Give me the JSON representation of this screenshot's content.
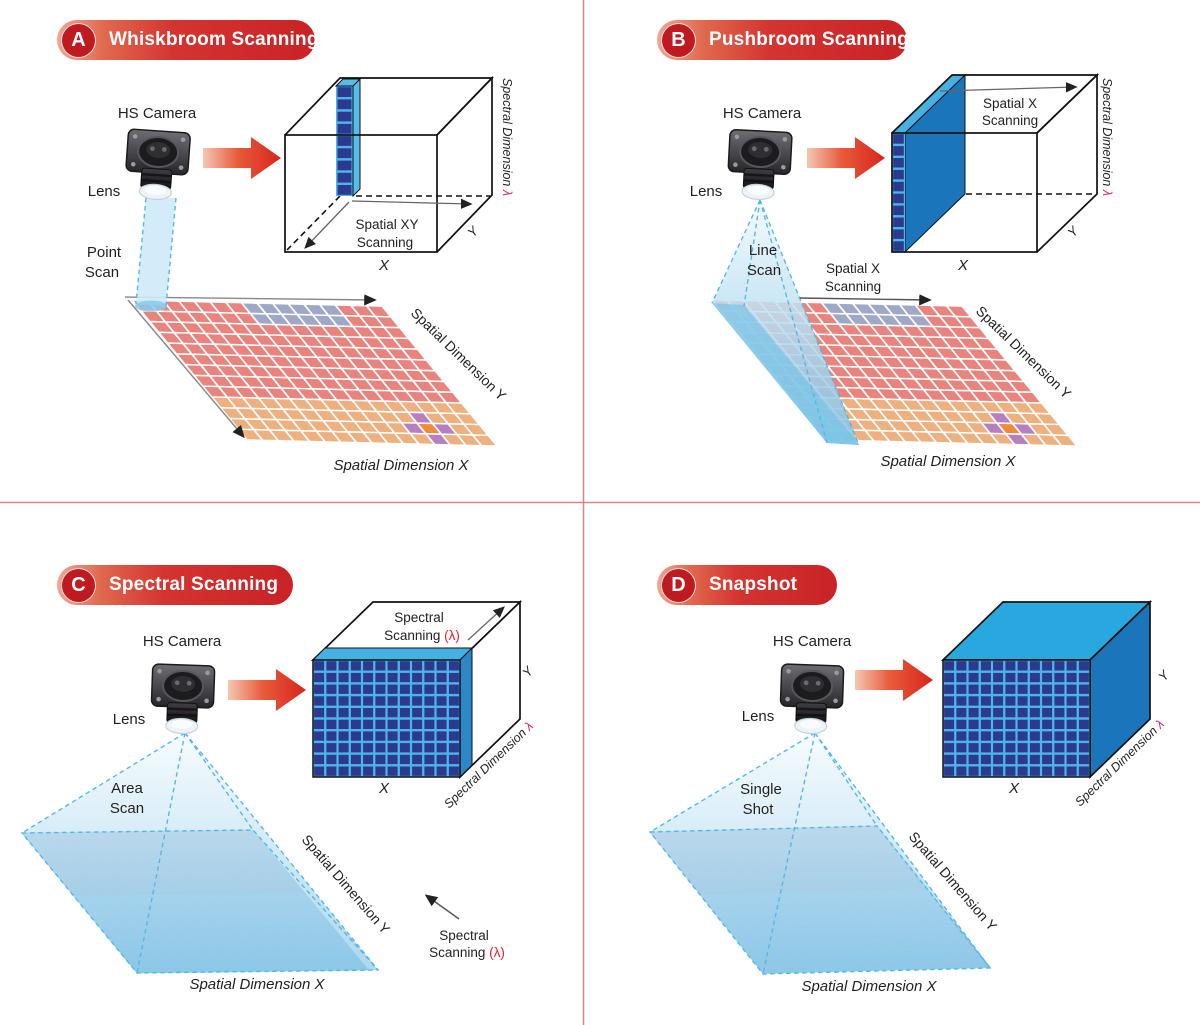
{
  "colors": {
    "accent_red": "#d7251d",
    "divider": "#d4868b",
    "cube_cell": "#2b3a8f",
    "cube_line": "#4db4e7",
    "slab_blue": "#1b75bb",
    "top_blue": "#29a8e0",
    "band_blue": "#45b1e2",
    "sample_salmon": "#e8837d",
    "sample_gray": "#9fa8c7",
    "sample_tan": "#edb07e",
    "flower_purple": "#b87fc0",
    "flower_orange": "#f08b3c",
    "plane_blue": "#a9cfe9",
    "plane_blue_line": "#8ed2ef",
    "beam_edge": "#54b8e6",
    "lambda_pink": "#d6246e",
    "symbol_red": "#ed1c24"
  },
  "panels": {
    "a": {
      "letter": "A",
      "title": "Whiskbroom Scanning",
      "camera_label": "HS Camera",
      "lens_label": "Lens",
      "beam_line1": "Point",
      "beam_line2": "Scan",
      "cube": {
        "scan_line1": "Spatial XY",
        "scan_line2": "Scanning",
        "x_axis": "X",
        "y_axis": "Y",
        "spectral_axis": "Spectral Dimension ",
        "lambda": "λ"
      },
      "ground": {
        "y_axis": "Spatial Dimension Y",
        "x_axis": "Spatial Dimension X"
      }
    },
    "b": {
      "letter": "B",
      "title": "Pushbroom Scanning",
      "camera_label": "HS Camera",
      "lens_label": "Lens",
      "beam_line1": "Line",
      "beam_line2": "Scan",
      "scan_annotation_line1": "Spatial X",
      "scan_annotation_line2": "Scanning",
      "cube": {
        "scan_line1": "Spatial X",
        "scan_line2": "Scanning",
        "x_axis": "X",
        "y_axis": "Y",
        "spectral_axis": "Spectral Dimension ",
        "lambda": "λ"
      },
      "ground": {
        "y_axis": "Spatial Dimension Y",
        "x_axis": "Spatial Dimension X"
      }
    },
    "c": {
      "letter": "C",
      "title": "Spectral Scanning",
      "camera_label": "HS Camera",
      "lens_label": "Lens",
      "beam_line1": "Area",
      "beam_line2": "Scan",
      "cube": {
        "scan_line1": "Spectral",
        "scan_line2": "Scanning ",
        "scan_symbol": "(λ)",
        "x_axis": "X",
        "y_axis": "Y",
        "spectral_axis": "Spectral Dimension ",
        "lambda": "λ"
      },
      "annotation": {
        "line1": "Spectral",
        "line2": "Scanning ",
        "symbol": "(λ)"
      },
      "ground": {
        "y_axis": "Spatial Dimension Y",
        "x_axis": "Spatial Dimension X"
      }
    },
    "d": {
      "letter": "D",
      "title": "Snapshot",
      "camera_label": "HS Camera",
      "lens_label": "Lens",
      "beam_line1": "Single",
      "beam_line2": "Shot",
      "cube": {
        "x_axis": "X",
        "y_axis": "Y",
        "spectral_axis": "Spectral Dimension ",
        "lambda": "λ"
      },
      "ground": {
        "y_axis": "Spatial Dimension Y",
        "x_axis": "Spatial Dimension X"
      }
    }
  }
}
